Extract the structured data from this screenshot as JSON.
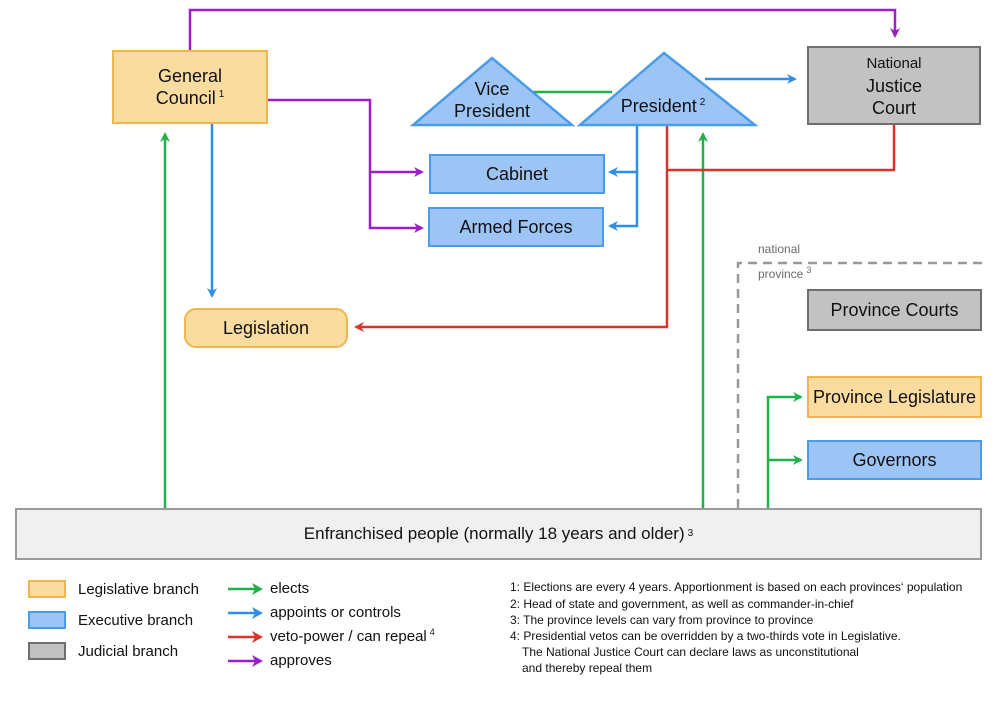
{
  "colors": {
    "legislative": "#fbdca0",
    "executive": "#9cc5f5",
    "judicial": "#c2c2c2",
    "elects": "#22b04a",
    "appoints": "#2f8fe8",
    "veto": "#d9342b",
    "approves": "#9b1fc9"
  },
  "nodes": {
    "general_council": {
      "line1": "General",
      "line2": "Council",
      "sup": "1"
    },
    "vice_president": {
      "line1": "Vice",
      "line2": "President"
    },
    "president": {
      "label": "President",
      "sup": "2"
    },
    "national_justice_court": {
      "line1": "National",
      "line2": "Justice",
      "line3": "Court"
    },
    "cabinet": {
      "label": "Cabinet"
    },
    "armed_forces": {
      "label": "Armed Forces"
    },
    "legislation": {
      "label": "Legislation"
    },
    "province_courts": {
      "label": "Province Courts"
    },
    "province_legislature": {
      "label": "Province Legislature"
    },
    "governors": {
      "label": "Governors"
    },
    "people": {
      "label": "Enfranchised people (normally 18 years and older)",
      "sup": "3"
    }
  },
  "scope": {
    "national": "national",
    "province": "province",
    "province_sup": "3"
  },
  "legend": {
    "branches": [
      {
        "label": "Legislative branch",
        "color": "#fbdca0",
        "border": "#f2b54a"
      },
      {
        "label": "Executive branch",
        "color": "#9cc5f5",
        "border": "#4a9be8"
      },
      {
        "label": "Judicial branch",
        "color": "#c2c2c2",
        "border": "#6f6f6f"
      }
    ],
    "arrows": [
      {
        "label": "elects",
        "color": "#22b04a",
        "sup": ""
      },
      {
        "label": "appoints or controls",
        "color": "#2f8fe8",
        "sup": ""
      },
      {
        "label": "veto-power / can repeal",
        "color": "#d9342b",
        "sup": "4"
      },
      {
        "label": "approves",
        "color": "#9b1fc9",
        "sup": ""
      }
    ]
  },
  "notes": [
    "1: Elections are every 4 years. Apportionment is based on each provinces‘ population",
    "2: Head of state and government, as well as commander-in-chief",
    "3: The province levels can vary from province to province",
    "4: Presidential vetos can be overridden by a two-thirds vote in Legislative.",
    "The National Justice Court can declare laws as unconstitutional",
    "and thereby repeal them"
  ]
}
